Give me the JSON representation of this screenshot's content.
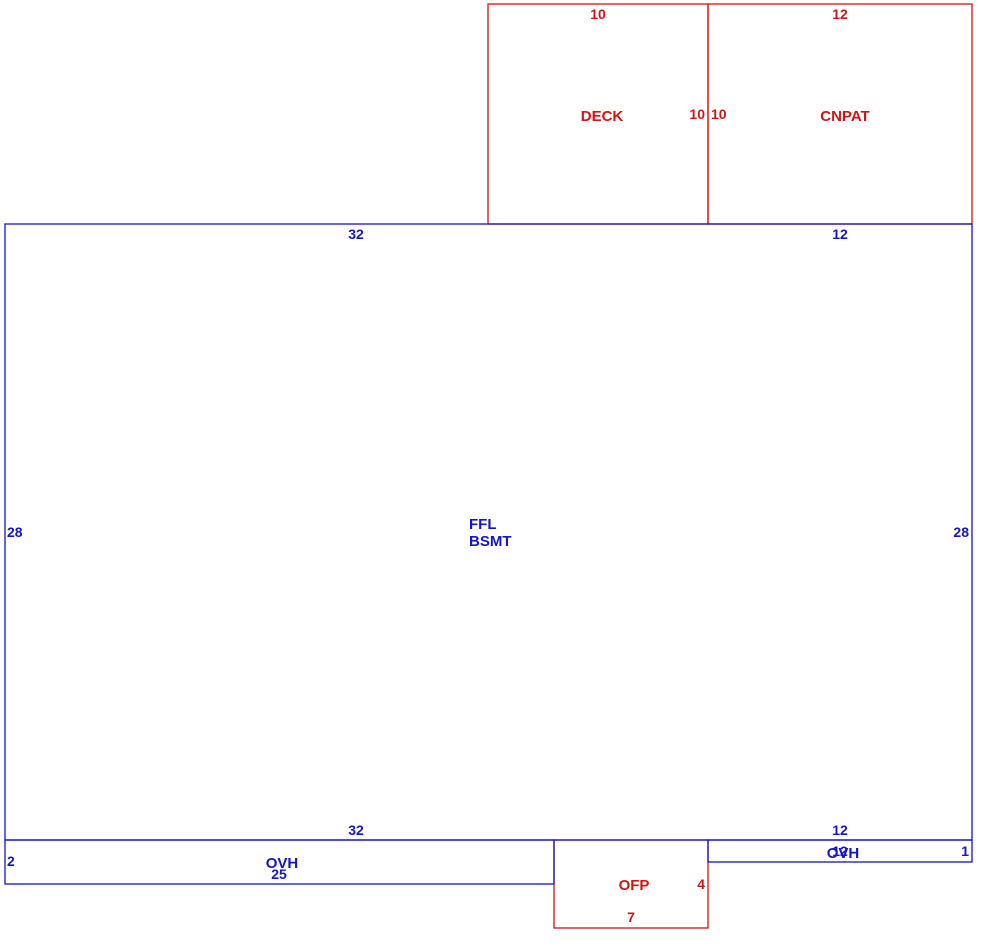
{
  "colors": {
    "living": "#1414c8",
    "addition": "#d41414"
  },
  "areas": {
    "main": {
      "labels": [
        "FFL",
        "BSMT"
      ],
      "top_dim_left": "32",
      "top_dim_right": "12",
      "bottom_dim_left": "32",
      "bottom_dim_right": "12",
      "left_dim": "28",
      "right_dim": "28"
    },
    "deck": {
      "label": "DECK",
      "top_dim": "10",
      "right_dim": "10"
    },
    "cnpat": {
      "label": "CNPAT",
      "top_dim": "12",
      "left_dim": "10"
    },
    "ovh_left": {
      "label": "OVH",
      "bottom_dim": "25",
      "left_dim": "2"
    },
    "ovh_right": {
      "label": "OVH",
      "top_dim": "12",
      "right_dim": "1"
    },
    "ofp": {
      "label": "OFP",
      "bottom_dim": "7",
      "right_dim": "4"
    }
  }
}
